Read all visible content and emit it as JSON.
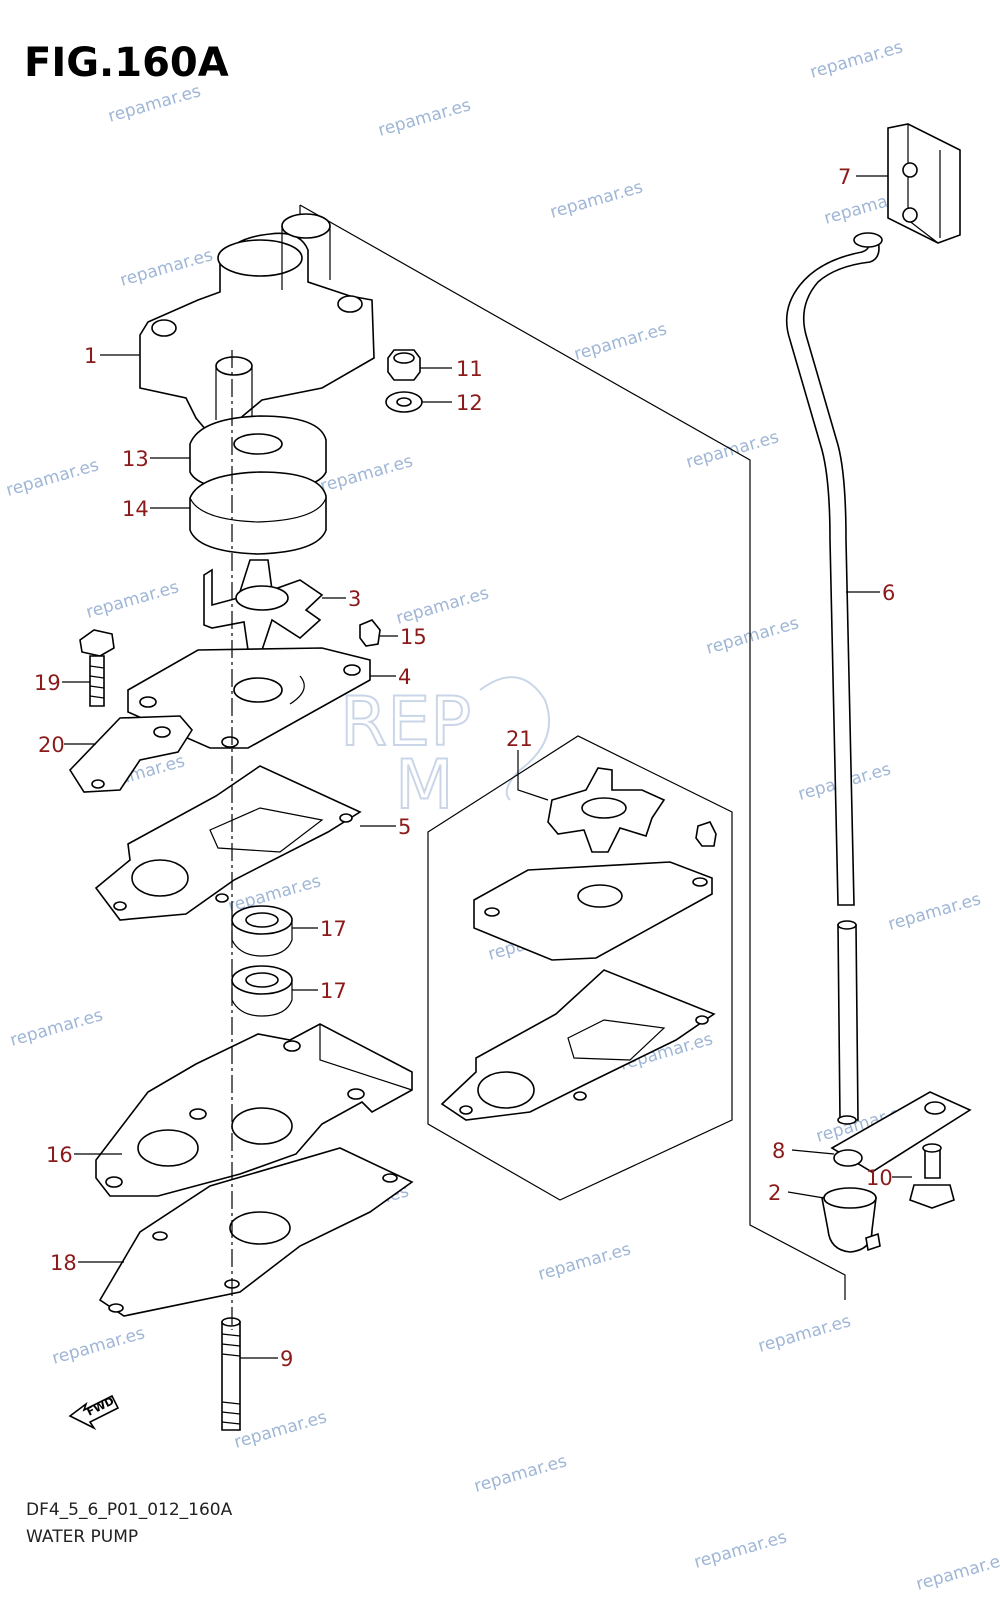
{
  "figure": {
    "title": "FIG.160A",
    "code": "DF4_5_6_P01_012_160A",
    "caption": "WATER PUMP",
    "fwd_label": "FWD"
  },
  "watermark": {
    "text": "repamar.es",
    "logo_text_top": "REP",
    "logo_text_bottom": "M",
    "color": "#9fb6d6"
  },
  "callouts": [
    {
      "id": "1",
      "label": "1"
    },
    {
      "id": "2",
      "label": "2"
    },
    {
      "id": "3",
      "label": "3"
    },
    {
      "id": "4",
      "label": "4"
    },
    {
      "id": "5",
      "label": "5"
    },
    {
      "id": "6",
      "label": "6"
    },
    {
      "id": "7",
      "label": "7"
    },
    {
      "id": "8",
      "label": "8"
    },
    {
      "id": "9",
      "label": "9"
    },
    {
      "id": "10",
      "label": "10"
    },
    {
      "id": "11",
      "label": "11"
    },
    {
      "id": "12",
      "label": "12"
    },
    {
      "id": "13",
      "label": "13"
    },
    {
      "id": "14",
      "label": "14"
    },
    {
      "id": "15",
      "label": "15"
    },
    {
      "id": "16",
      "label": "16"
    },
    {
      "id": "17a",
      "label": "17"
    },
    {
      "id": "17b",
      "label": "17"
    },
    {
      "id": "18",
      "label": "18"
    },
    {
      "id": "19",
      "label": "19"
    },
    {
      "id": "20",
      "label": "20"
    },
    {
      "id": "21",
      "label": "21"
    }
  ],
  "colors": {
    "callout": "#8b1a1a",
    "line": "#000000"
  }
}
